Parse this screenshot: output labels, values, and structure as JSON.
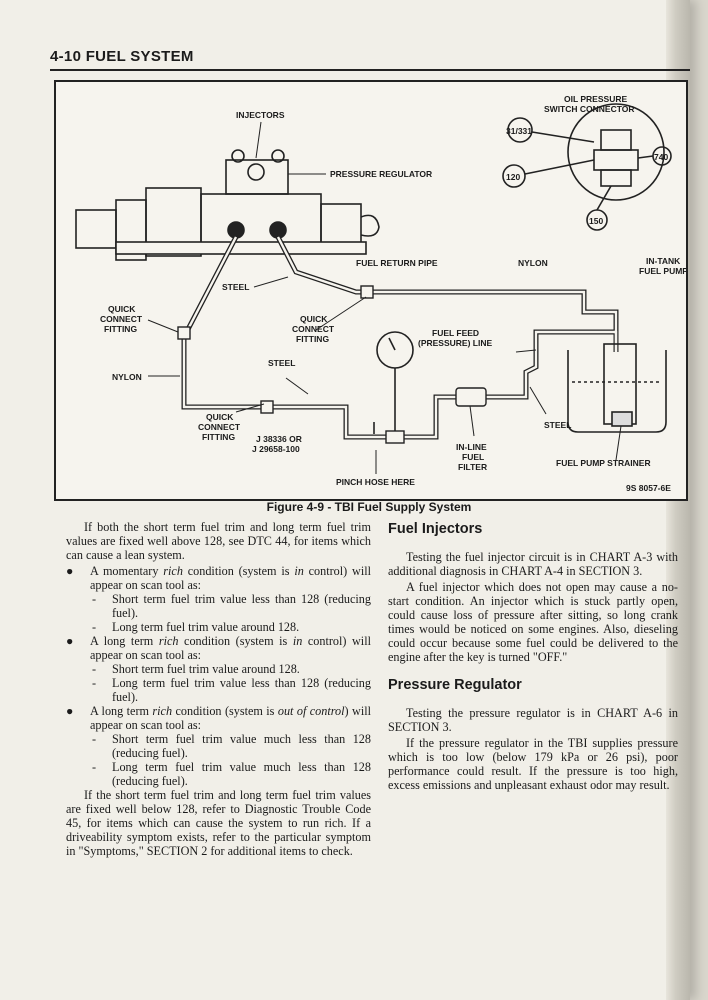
{
  "header": {
    "title": "4-10 FUEL SYSTEM"
  },
  "figure": {
    "caption": "Figure 4-9 - TBI Fuel Supply System",
    "code": "9S 8057-6E",
    "labels": {
      "injectors": "INJECTORS",
      "pressure_regulator": "PRESSURE REGULATOR",
      "oil_pressure_1": "OIL PRESSURE",
      "oil_pressure_2": "SWITCH CONNECTOR",
      "pin_31_331": "31/331",
      "pin_740": "740",
      "pin_120": "120",
      "pin_150": "150",
      "fuel_return_pipe": "FUEL RETURN PIPE",
      "nylon_top": "NYLON",
      "in_tank_1": "IN-TANK",
      "in_tank_2": "FUEL PUMP",
      "steel_top": "STEEL",
      "quick_connect_left_1": "QUICK",
      "quick_connect_left_2": "CONNECT",
      "quick_connect_left_3": "FITTING",
      "quick_connect_mid_1": "QUICK",
      "quick_connect_mid_2": "CONNECT",
      "quick_connect_mid_3": "FITTING",
      "fuel_feed_1": "FUEL FEED",
      "fuel_feed_2": "(PRESSURE) LINE",
      "nylon_left": "NYLON",
      "steel_mid": "STEEL",
      "quick_connect_low_1": "QUICK",
      "quick_connect_low_2": "CONNECT",
      "quick_connect_low_3": "FITTING",
      "gauge_1": "J 38336 OR",
      "gauge_2": "J 29658-100",
      "pinch_hose": "PINCH HOSE HERE",
      "inline_1": "IN-LINE",
      "inline_2": "FUEL",
      "inline_3": "FILTER",
      "steel_right": "STEEL",
      "strainer": "FUEL PUMP STRAINER"
    }
  },
  "left_column": {
    "intro": "If both the short term fuel trim and long term fuel trim values are fixed well above 128, see DTC 44, for items which can cause a lean system.",
    "bullet1_pre": "A momentary ",
    "bullet1_em": "rich",
    "bullet1_mid": " condition (system is ",
    "bullet1_em2": "in",
    "bullet1_post": " control) will appear on scan tool as:",
    "b1_d1": "Short term fuel trim value less than 128 (reducing fuel).",
    "b1_d2": "Long term fuel trim value around 128.",
    "bullet2_pre": "A long term ",
    "bullet2_em": "rich",
    "bullet2_mid": " condition (system is ",
    "bullet2_em2": "in",
    "bullet2_post": " control) will appear on scan tool as:",
    "b2_d1": "Short term fuel trim value around 128.",
    "b2_d2": "Long term fuel trim value less than 128 (reducing fuel).",
    "bullet3_pre": "A long term ",
    "bullet3_em": "rich",
    "bullet3_mid": " condition (system is ",
    "bullet3_em2": "out of control",
    "bullet3_post": ") will appear on scan tool as:",
    "b3_d1": "Short term fuel trim value much less than 128 (reducing fuel).",
    "b3_d2": "Long term fuel trim value much less than 128 (reducing fuel).",
    "closing": "If the short term fuel trim and long term fuel trim values are fixed well below 128, refer to Diagnostic Trouble Code 45, for items which can cause the system to run rich. If a driveability symptom exists, refer to the particular symptom in \"Symptoms,\" SECTION 2 for additional items to check."
  },
  "right_column": {
    "heading1": "Fuel Injectors",
    "p1": "Testing the fuel injector circuit is in CHART A-3 with additional diagnosis in CHART A-4 in SECTION 3.",
    "p2": "A fuel injector which does not open may cause a no-start condition. An injector which is stuck partly open, could cause loss of pressure after sitting, so long crank times would be noticed on some engines. Also, dieseling could occur because some fuel could be delivered to the engine after the key is turned \"OFF.\"",
    "heading2": "Pressure Regulator",
    "p3": "Testing the pressure regulator is in CHART A-6 in SECTION 3.",
    "p4": "If the pressure regulator in the TBI supplies pressure which is too low (below 179 kPa or 26 psi), poor performance could result. If the pressure is too high, excess emissions and unpleasant exhaust odor may result."
  },
  "bullet_char": "●",
  "dash_char": "-"
}
